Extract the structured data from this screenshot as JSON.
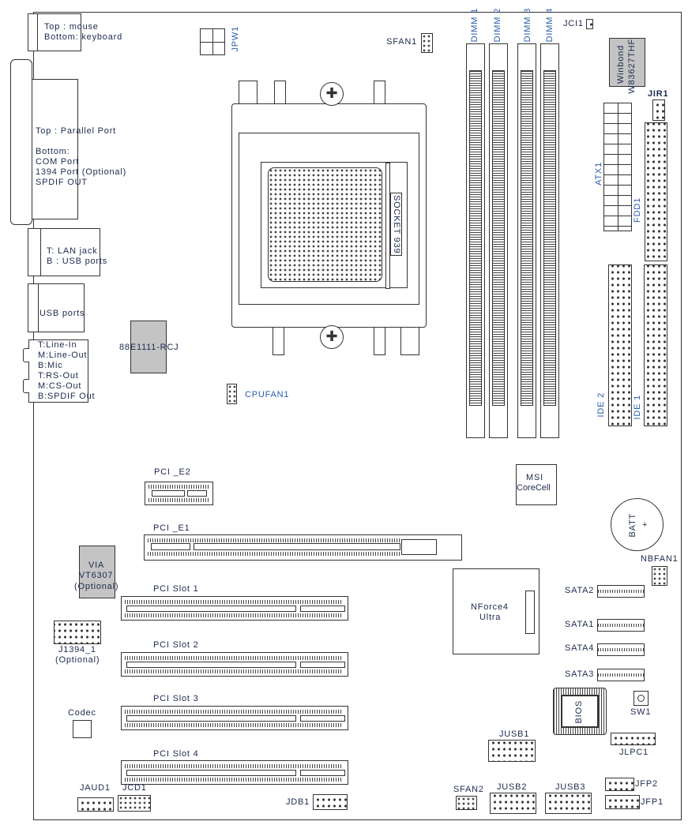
{
  "back_panel": {
    "ps2": [
      "Top : mouse",
      "Bottom: keyboard"
    ],
    "parallel": [
      "Top : Parallel Port",
      "",
      "Bottom:",
      "COM Port",
      "1394 Port (Optional)",
      "SPDIF OUT"
    ],
    "lan": [
      "T:  LAN jack",
      "B : USB ports"
    ],
    "usb": "USB ports",
    "audio": [
      "T:Line-In",
      "M:Line-Out",
      "B:Mic",
      "T:RS-Out",
      "M:CS-Out",
      "B:SPDIF Out"
    ]
  },
  "chips": {
    "lan_chip": "88E1111-RCJ",
    "superio": [
      "Winbond",
      "W83627THF"
    ],
    "firewire": [
      "VIA",
      "VT6307",
      "(Optional)"
    ],
    "corecell": [
      "MSI",
      "CoreCell"
    ],
    "chipset": [
      "NForce4",
      "Ultra"
    ],
    "bios": "BIOS",
    "codec": "Codec",
    "battery": "BATT",
    "battery_plus": "+",
    "socket": "SOCKET 939"
  },
  "connectors": {
    "jpw1": "JPW1",
    "sfan1": "SFAN1",
    "dimm": [
      "DIMM 1",
      "DIMM 2",
      "DIMM 3",
      "DIMM 4"
    ],
    "jci1": "JCI1",
    "jir1": "JIR1",
    "atx1": "ATX1",
    "fdd1": "FDD1",
    "ide2": "IDE 2",
    "ide1": "IDE 1",
    "cpufan1": "CPUFAN1",
    "nbfan1": "NBFAN1",
    "sata": [
      "SATA2",
      "SATA1",
      "SATA4",
      "SATA3"
    ],
    "sw1": "SW1",
    "jlpc1": "JLPC1",
    "jusb1": "JUSB1",
    "jusb2": "JUSB2",
    "jusb3": "JUSB3",
    "sfan2": "SFAN2",
    "jfp2": "JFP2",
    "jfp1": "JFP1",
    "jdb1": "JDB1",
    "jaud1": "JAUD1",
    "jcd1": "JCD1",
    "j1394": [
      "J1394_1",
      "(Optional)"
    ]
  },
  "slots": {
    "pcie2": "PCI _E2",
    "pcie1": "PCI _E1",
    "pci": [
      "PCI Slot 1",
      "PCI Slot 2",
      "PCI Slot 3",
      "PCI Slot 4"
    ]
  },
  "colors": {
    "label": "#1c2a4e",
    "label_blue": "#2a5caa",
    "chip_gray": "#c4c4c4",
    "line": "#333333"
  }
}
